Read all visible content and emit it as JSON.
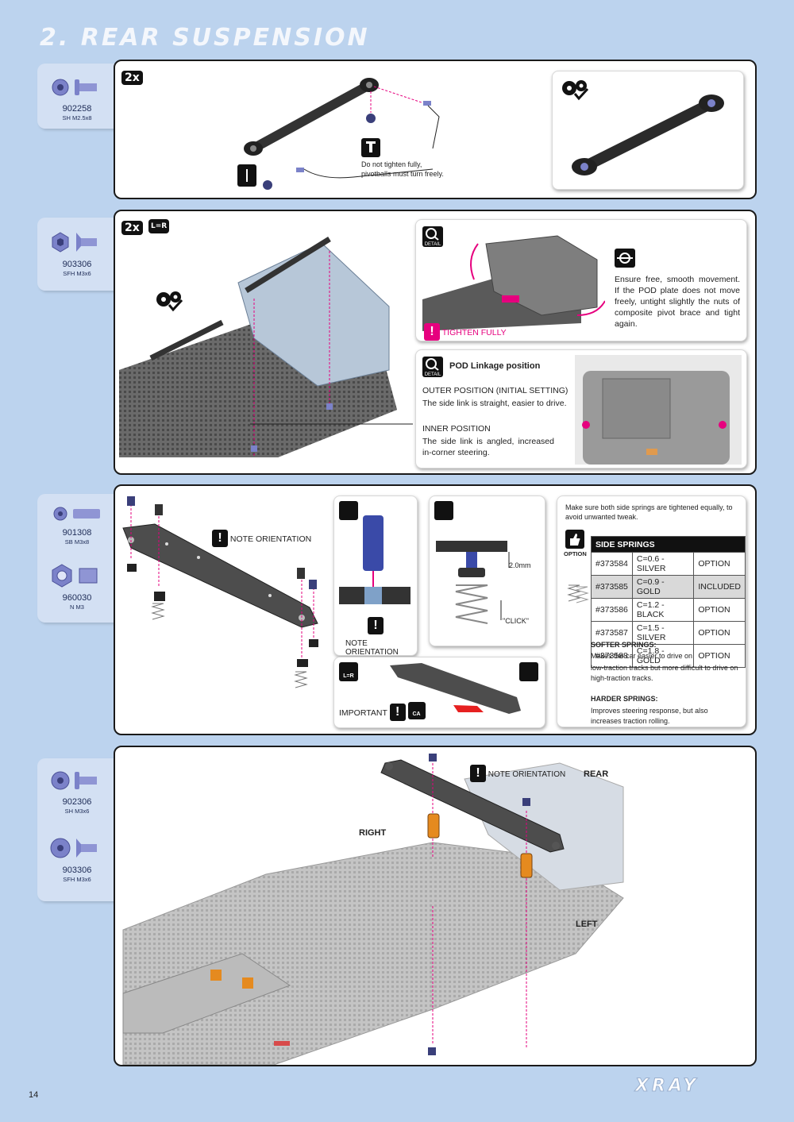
{
  "section_title": "2. REAR SUSPENSION",
  "page_number": "14",
  "brand": "XRAY",
  "parts": [
    {
      "code": "902258",
      "desc": "SH M2.5x8"
    },
    {
      "code": "903306",
      "desc": "SFH M3x6"
    },
    {
      "code": "901308",
      "desc": "SB M3x8"
    },
    {
      "code": "960030",
      "desc": "N M3"
    },
    {
      "code": "902306",
      "desc": "SH M3x6"
    },
    {
      "code": "903306",
      "desc": "SFH M3x6"
    }
  ],
  "step1": {
    "qty": "2x",
    "note": "Do not tighten fully, pivotballs must turn freely."
  },
  "step2": {
    "qty": "2x",
    "lr": "L=R",
    "detail_label": "DETAIL",
    "tighten": "TIGHTEN FULLY",
    "ensure_text": "Ensure free, smooth movement. If the POD plate does not move freely, untight slightly the nuts of composite pivot brace and tight again.",
    "pod_title": "POD Linkage position",
    "outer_title": "OUTER POSITION (INITIAL SETTING)",
    "outer_desc": "The side link is straight, easier to drive.",
    "inner_title": "INNER POSITION",
    "inner_desc": "The side link is angled, increased in-corner steering."
  },
  "step3": {
    "note_orientation": "NOTE ORIENTATION",
    "detail_note": "NOTE ORIENTATION",
    "gap": "2.0mm",
    "click": "\"CLICK\"",
    "important": "IMPORTANT",
    "ca": "CA",
    "lr": "L=R",
    "springs_intro": "Make sure both side springs are tightened equally, to avoid unwanted tweak.",
    "option_label": "OPTION",
    "springs_header": "SIDE SPRINGS",
    "springs": [
      {
        "part": "#373584",
        "spec": "C=0.6 - SILVER",
        "status": "OPTION"
      },
      {
        "part": "#373585",
        "spec": "C=0.9 - GOLD",
        "status": "INCLUDED"
      },
      {
        "part": "#373586",
        "spec": "C=1.2 - BLACK",
        "status": "OPTION"
      },
      {
        "part": "#373587",
        "spec": "C=1.5 - SILVER",
        "status": "OPTION"
      },
      {
        "part": "#373588",
        "spec": "C=1.8 - GOLD",
        "status": "OPTION"
      }
    ],
    "softer_title": "SOFTER SPRINGS:",
    "softer_l1": "Makes the car easier to drive on",
    "softer_l2": "low-traction tracks but more difficult to drive on high-traction tracks.",
    "harder_title": "HARDER SPRINGS:",
    "harder_desc": "Improves steering response, but also increases traction rolling."
  },
  "step4": {
    "note_orientation": "NOTE ORIENTATION",
    "rear": "REAR",
    "right": "RIGHT",
    "left": "LEFT"
  },
  "colors": {
    "page_bg": "#bcd3ee",
    "magenta": "#e6007e",
    "screw": "#7b82c9"
  }
}
